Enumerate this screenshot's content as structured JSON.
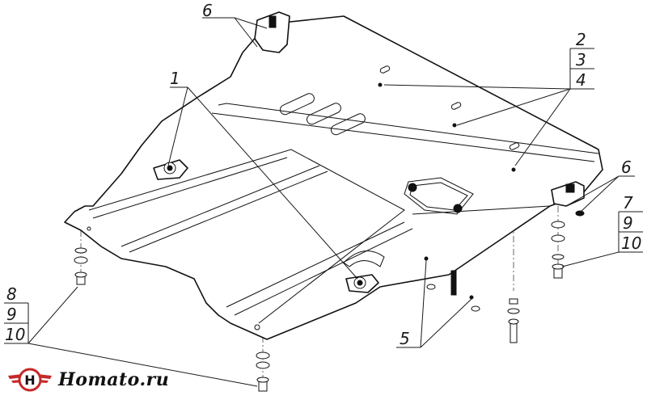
{
  "callouts": {
    "c1": "1",
    "c2": "2",
    "c3": "3",
    "c4": "4",
    "c5": "5",
    "c6a": "6",
    "c6b": "6",
    "c7": "7",
    "c8": "8",
    "c9a": "9",
    "c9b": "9",
    "c10a": "10",
    "c10b": "10"
  },
  "brand": {
    "logo_letter": "H",
    "name": "Homato.ru"
  }
}
